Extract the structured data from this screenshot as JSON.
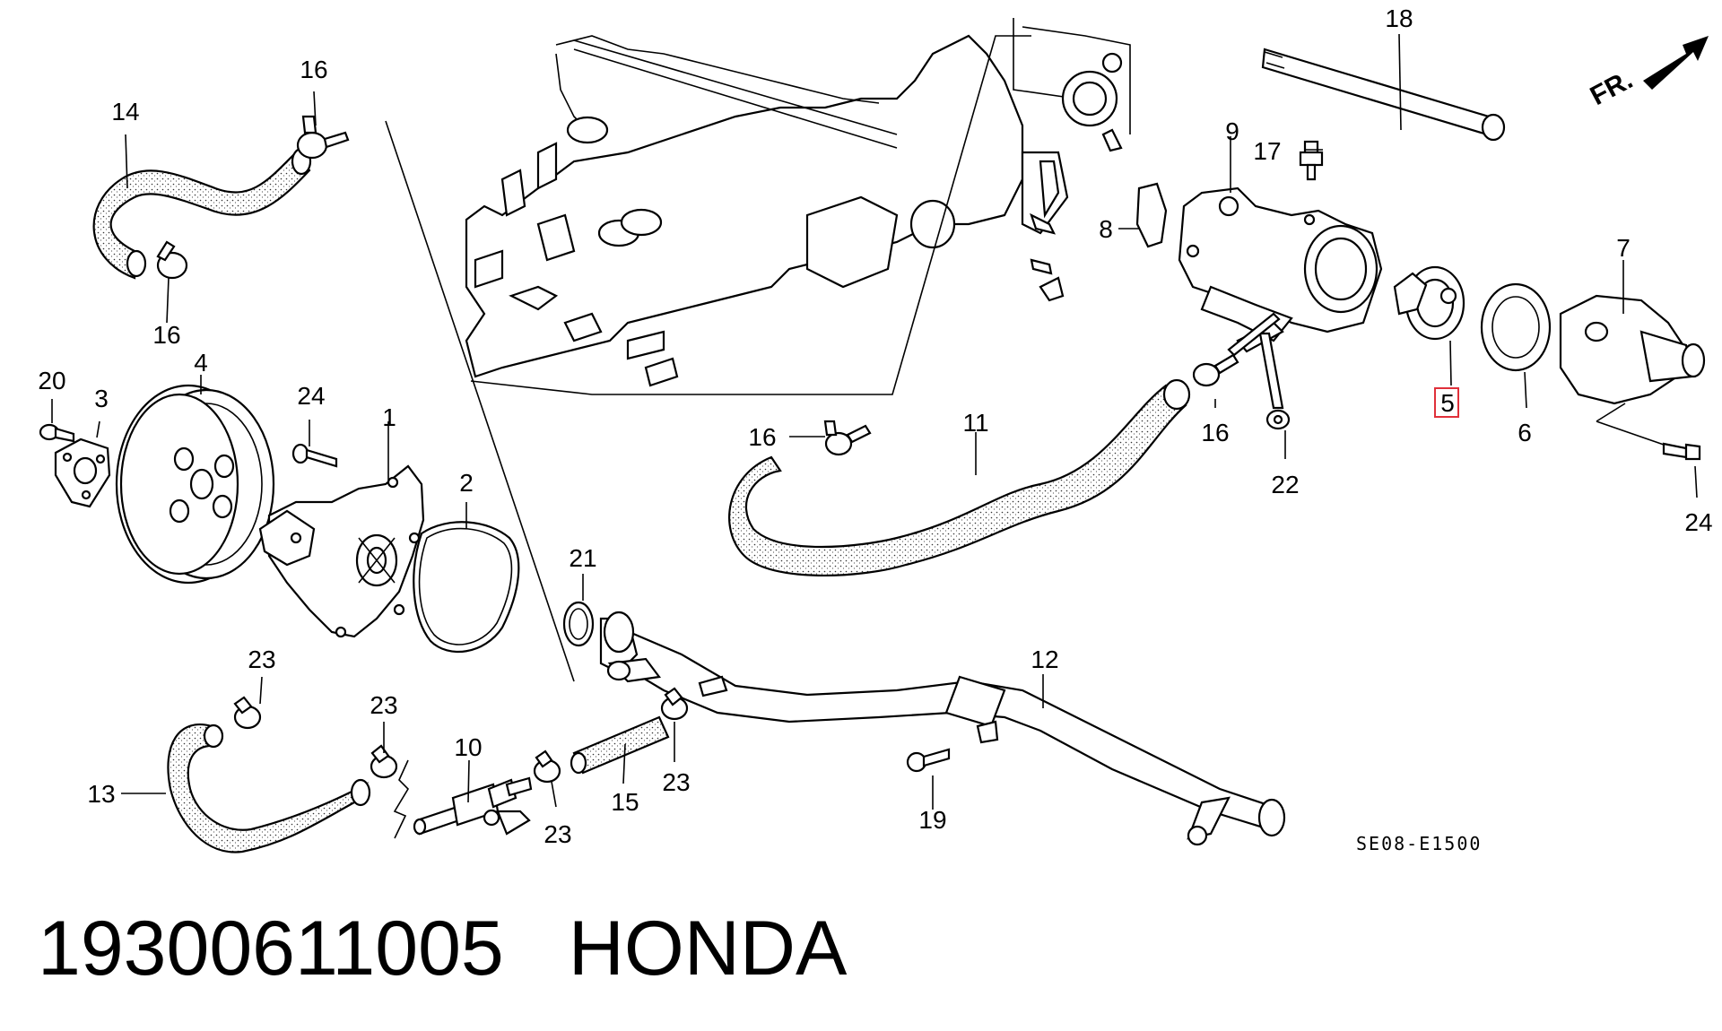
{
  "caption": {
    "part_number": "19300611005",
    "brand": "HONDA"
  },
  "diagram_code": "SE08-E1500",
  "direction_label": "FR.",
  "highlighted_callout": "5",
  "callouts": [
    {
      "id": "c18",
      "label": "18"
    },
    {
      "id": "c16a",
      "label": "16"
    },
    {
      "id": "c14",
      "label": "14"
    },
    {
      "id": "c16b",
      "label": "16"
    },
    {
      "id": "c9",
      "label": "9"
    },
    {
      "id": "c17",
      "label": "17"
    },
    {
      "id": "c8",
      "label": "8"
    },
    {
      "id": "c7",
      "label": "7"
    },
    {
      "id": "c5",
      "label": "5"
    },
    {
      "id": "c6",
      "label": "6"
    },
    {
      "id": "c16c",
      "label": "16"
    },
    {
      "id": "c22",
      "label": "22"
    },
    {
      "id": "c24a",
      "label": "24"
    },
    {
      "id": "c11",
      "label": "11"
    },
    {
      "id": "c16d",
      "label": "16"
    },
    {
      "id": "c20",
      "label": "20"
    },
    {
      "id": "c3",
      "label": "3"
    },
    {
      "id": "c4",
      "label": "4"
    },
    {
      "id": "c24b",
      "label": "24"
    },
    {
      "id": "c1",
      "label": "1"
    },
    {
      "id": "c2",
      "label": "2"
    },
    {
      "id": "c21",
      "label": "21"
    },
    {
      "id": "c12",
      "label": "12"
    },
    {
      "id": "c23a",
      "label": "23"
    },
    {
      "id": "c23b",
      "label": "23"
    },
    {
      "id": "c13",
      "label": "13"
    },
    {
      "id": "c10",
      "label": "10"
    },
    {
      "id": "c15",
      "label": "15"
    },
    {
      "id": "c23c",
      "label": "23"
    },
    {
      "id": "c23d",
      "label": "23"
    },
    {
      "id": "c19",
      "label": "19"
    }
  ],
  "colors": {
    "highlight_box": "#e0303a",
    "line": "#000000",
    "background": "#ffffff"
  }
}
